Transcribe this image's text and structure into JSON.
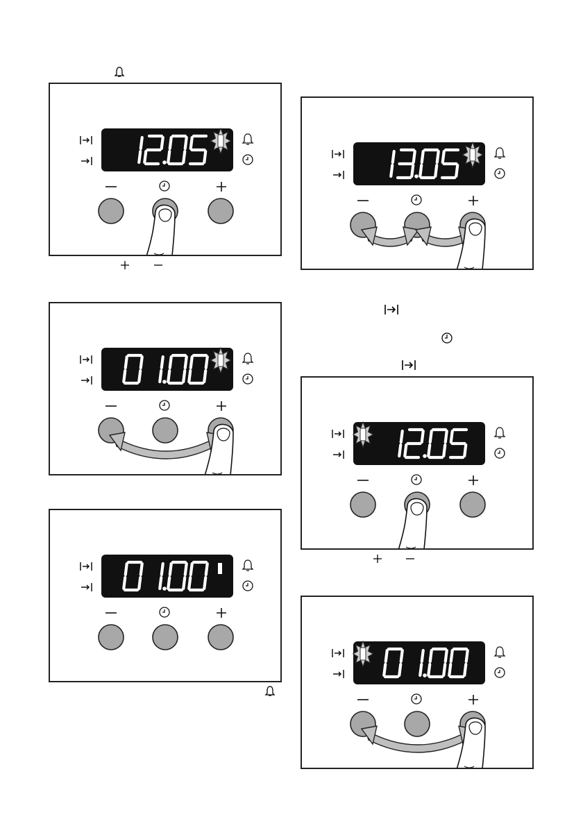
{
  "panels": [
    {
      "id": "p1",
      "display": {
        "digits": [
          "1",
          "2",
          "0",
          "5"
        ],
        "colon_dot": true
      },
      "indicator": "bell",
      "gesture": "press-center"
    },
    {
      "id": "p2",
      "display": {
        "digits": [
          "0",
          "1",
          "0",
          "0"
        ],
        "colon_dot": true
      },
      "indicator": "bell",
      "gesture": "swipe-plus-minus"
    },
    {
      "id": "p3",
      "display": {
        "digits": [
          "0",
          "1",
          "0",
          "0"
        ],
        "colon_dot": true
      },
      "indicator": "bell-steady",
      "gesture": "none"
    },
    {
      "id": "p4",
      "display": {
        "digits": [
          "1",
          "3",
          "0",
          "5"
        ],
        "colon_dot": true
      },
      "indicator": "bell",
      "gesture": "swipe-all"
    },
    {
      "id": "p5",
      "display": {
        "digits": [
          "1",
          "2",
          "0",
          "5"
        ],
        "colon_dot": true
      },
      "indicator": "duration",
      "gesture": "press-center"
    },
    {
      "id": "p6",
      "display": {
        "digits": [
          "0",
          "1",
          "0",
          "0"
        ],
        "colon_dot": true
      },
      "indicator": "duration",
      "gesture": "swipe-plus-minus"
    }
  ],
  "icons": {
    "left_top": "duration-icon",
    "left_bottom": "end-time-icon",
    "right_top": "bell-icon",
    "right_bottom": "clock-icon",
    "btn_minus": "minus-icon",
    "btn_clock": "clock-button-icon",
    "btn_plus": "plus-icon"
  },
  "colors": {
    "display_bg": "#111111",
    "segment": "#ffffff",
    "button": "#a8a8a8",
    "arrow": "#bfbfbf"
  }
}
